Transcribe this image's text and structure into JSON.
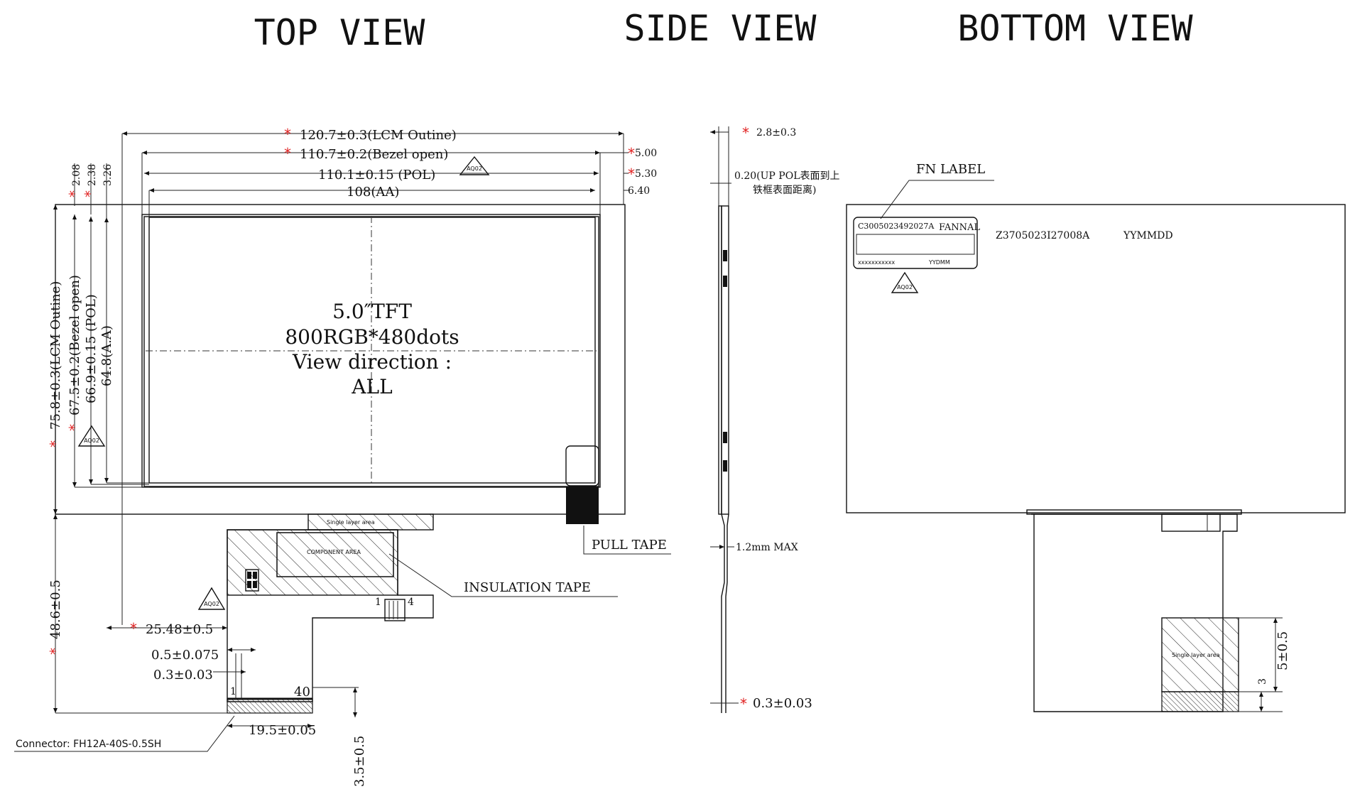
{
  "views": {
    "top": "TOP VIEW",
    "side": "SIDE VIEW",
    "bottom": "BOTTOM VIEW"
  },
  "top_view": {
    "center_lines": [
      "5.0″TFT",
      "800RGB*480dots",
      "View direction :",
      "ALL"
    ],
    "dims_horizontal": [
      "120.7±0.3(LCM Outine)",
      "110.7±0.2(Bezel open)",
      "110.1±0.15 (POL)",
      "108(AA)"
    ],
    "right_offsets": [
      "5.00",
      "5.30",
      "6.40"
    ],
    "top_offsets": [
      "2.08",
      "2.38",
      "3.26"
    ],
    "dims_vertical": [
      "75.8±0.3(LCM Outine)",
      "67.5±0.2(Bezel open)",
      "66.9±0.15 (POL)",
      "64.8(A.A)"
    ],
    "fpc_total_height": "48.6±0.5",
    "fpc_offset": "25.48±0.5",
    "pitch": "0.5±0.075",
    "lead_width": "0.3±0.03",
    "pin_first": "1",
    "pin_last": "40",
    "connector_width": "19.5±0.05",
    "tail_length": "3.5±0.5",
    "connector": "Connector: FH12A-40S-0.5SH",
    "pull_tape": "PULL TAPE",
    "insulation_tape": "INSULATION TAPE",
    "single_layer": "Single layer area",
    "component_area": "COMPONENT AREA",
    "pad_pins": [
      "1",
      "4"
    ],
    "rev_tag": "AQ02"
  },
  "side_view": {
    "thickness": "2.8±0.3",
    "pol_note": "0.20(UP POL表面到上",
    "pol_note2": "铁框表面距离)",
    "fpc_max": "1.2mm MAX",
    "fpc_thickness": "0.3±0.03"
  },
  "bottom_view": {
    "fn_label": "FN LABEL",
    "label_code": "C3005023492027A",
    "label_brand": "FANNAL",
    "label_serial": "xxxxxxxxxxx",
    "label_date": "YYDMM",
    "part_number": "Z3705023I27008A",
    "date_code": "YYMMDD",
    "stiffener": "5±0.5",
    "stiffener_gap": "3",
    "single_layer": "Single layer area"
  },
  "colors": {
    "line": "#111111",
    "asterisk": "#e02020",
    "background": "#ffffff"
  }
}
